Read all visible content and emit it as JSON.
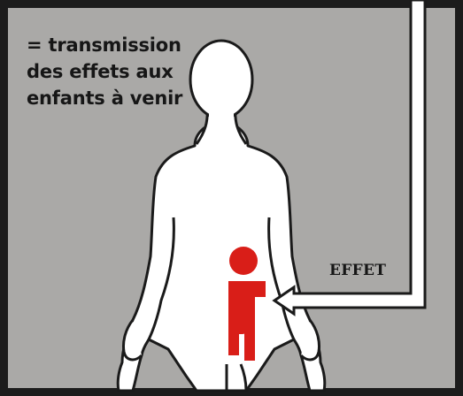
{
  "caption": {
    "lines": [
      "= transmission",
      "des effets aux",
      "enfants à venir"
    ]
  },
  "arrow": {
    "label": "EFFET"
  },
  "colors": {
    "background": "#aaa9a7",
    "frame": "#1c1c1c",
    "body_fill": "#ffffff",
    "outline": "#1a1a1a",
    "child": "#d91e18",
    "text": "#161616"
  },
  "icons": {
    "adult": "human-silhouette",
    "child": "child-figure",
    "arrow": "elbow-arrow-left"
  }
}
